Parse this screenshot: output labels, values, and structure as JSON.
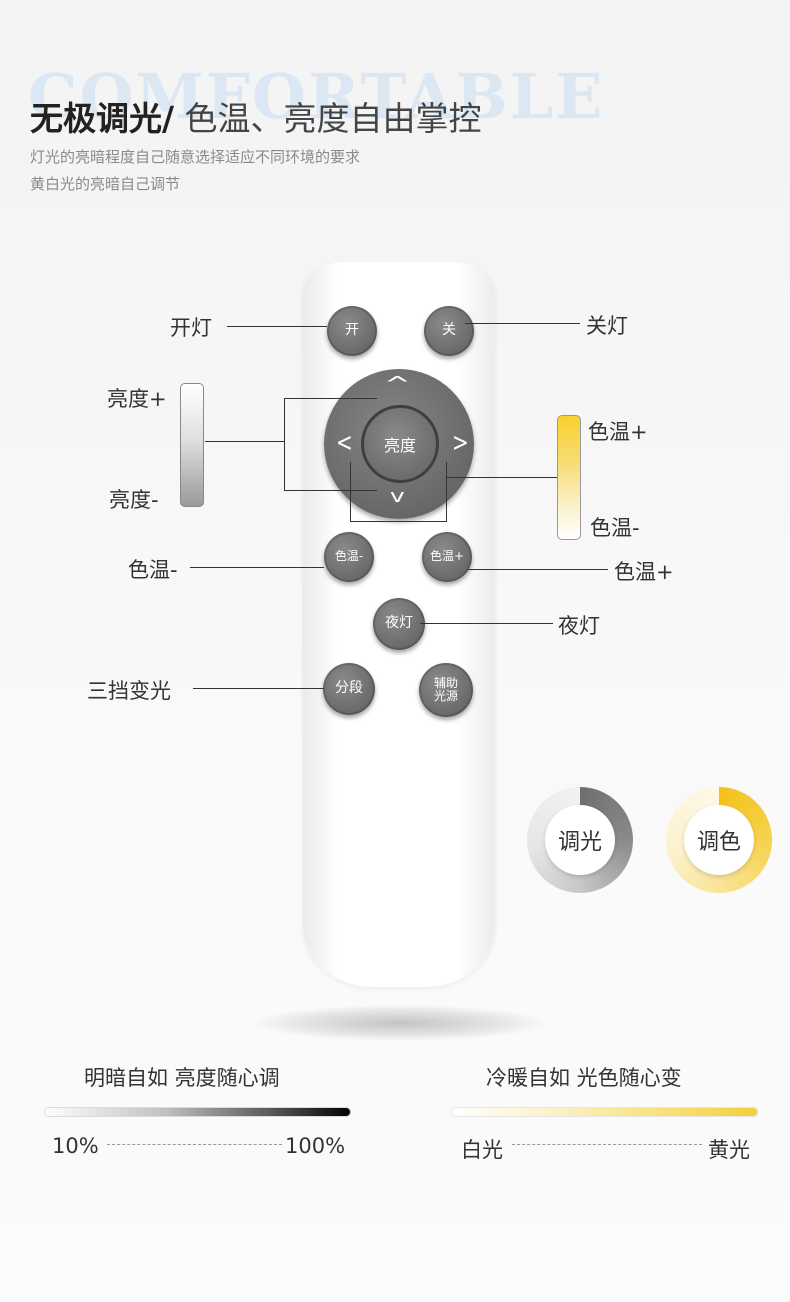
{
  "header": {
    "watermark": "COMFORTABLE",
    "title_bold": "无极调光/",
    "title_light": " 色温、亮度自由掌控",
    "desc_line1": "灯光的亮暗程度自己随意选择适应不同环境的要求",
    "desc_line2": "黄白光的亮暗自己调节"
  },
  "remote": {
    "btn_on": "开",
    "btn_off": "关",
    "arrow_up": "^",
    "arrow_down": "v",
    "arrow_left": "<",
    "arrow_right": ">",
    "btn_brightness": "亮度",
    "btn_temp_minus": "色温-",
    "btn_temp_plus": "色温+",
    "btn_night": "夜灯",
    "btn_segment": "分段",
    "btn_aux_line1": "辅助",
    "btn_aux_line2": "光源"
  },
  "labels": {
    "on": "开灯",
    "off": "关灯",
    "brightness_plus": "亮度+",
    "brightness_minus": "亮度-",
    "temp_plus_bar": "色温+",
    "temp_minus_bar": "色温-",
    "temp_minus_btn": "色温-",
    "temp_plus_btn": "色温+",
    "night": "夜灯",
    "three_step": "三挡变光"
  },
  "dials": {
    "dimming": "调光",
    "color": "调色",
    "dimming_color": "#7f7f7f",
    "color_color": "#f5c518"
  },
  "bottom": {
    "left_title": "明暗自如 亮度随心调",
    "left_min": "10%",
    "left_max": "100%",
    "right_title": "冷暖自如 光色随心变",
    "right_min": "白光",
    "right_max": "黄光"
  }
}
